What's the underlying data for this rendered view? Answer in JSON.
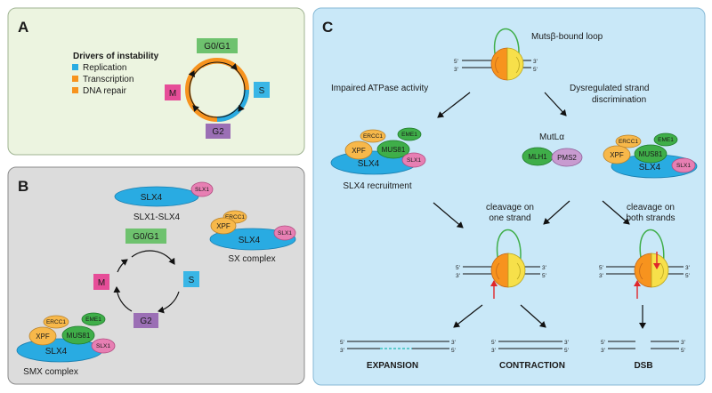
{
  "panels": {
    "a": {
      "letter": "A",
      "legend_title": "Drivers of instability",
      "legend": [
        {
          "label": "Replication",
          "color": "#29abe2"
        },
        {
          "label": "Transcription",
          "color": "#f7931e"
        },
        {
          "label": "DNA repair",
          "color": "#f7931e"
        }
      ],
      "phases": {
        "g0g1": "G0/G1",
        "s": "S",
        "g2": "G2",
        "m": "M"
      }
    },
    "b": {
      "letter": "B",
      "phases": {
        "g0g1": "G0/G1",
        "s": "S",
        "g2": "G2",
        "m": "M"
      },
      "slx1_slx4": {
        "slx4": "SLX4",
        "slx1": "SLX1",
        "caption": "SLX1-SLX4"
      },
      "sx_complex": {
        "ercc1": "ERCC1",
        "xpf": "XPF",
        "slx4": "SLX4",
        "slx1": "SLX1",
        "caption": "SX complex"
      },
      "smx_complex": {
        "ercc1": "ERCC1",
        "eme1": "EME1",
        "xpf": "XPF",
        "mus81": "MUS81",
        "slx4": "SLX4",
        "slx1": "SLX1",
        "caption": "SMX complex"
      }
    },
    "c": {
      "letter": "C",
      "loop_label": "Mutsβ-bound loop",
      "impaired": "Impaired ATPase activity",
      "dysregulated_1": "Dysregulated strand",
      "dysregulated_2": "discrimination",
      "slx4_left": {
        "ercc1": "ERCC1",
        "eme1": "EME1",
        "xpf": "XPF",
        "mus81": "MUS81",
        "slx4": "SLX4",
        "slx1": "SLX1",
        "caption": "SLX4 recruitment"
      },
      "slx4_right": {
        "ercc1": "ERCC1",
        "eme1": "EME1",
        "xpf": "XPF",
        "mus81": "MUS81",
        "slx4": "SLX4",
        "slx1": "SLX1"
      },
      "mutla": {
        "title": "MutLα",
        "mlh1": "MLH1",
        "pms2": "PMS2"
      },
      "cleave_one_1": "cleavage on",
      "cleave_one_2": "one strand",
      "cleave_both_1": "cleavage on",
      "cleave_both_2": "both strands",
      "p5": "5'",
      "p3": "3'",
      "outcomes": {
        "expansion": "EXPANSION",
        "contraction": "CONTRACTION",
        "dsb": "DSB"
      }
    }
  }
}
